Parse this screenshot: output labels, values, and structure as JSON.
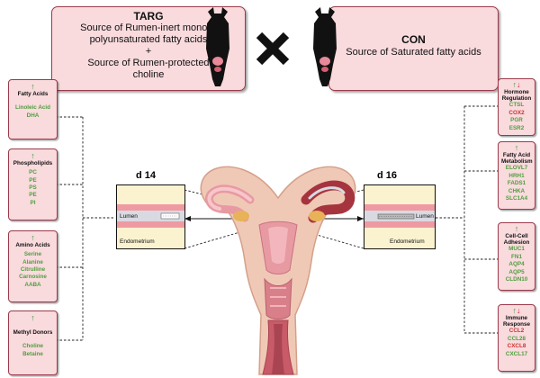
{
  "targ": {
    "title": "TARG",
    "lines": [
      "Source of Rumen-inert mono &",
      "polyunsaturated fatty acids",
      "+",
      "Source of Rumen-protected",
      "choline"
    ]
  },
  "con": {
    "title": "CON",
    "lines": [
      "Source of Saturated fatty acids"
    ]
  },
  "left_boxes": [
    {
      "title": "Fatty Acids",
      "arrows": [
        "up"
      ],
      "items": [
        "Linoleic Acid",
        "DHA"
      ]
    },
    {
      "title": "Phospholipids",
      "arrows": [
        "up"
      ],
      "items": [
        "PC",
        "PE",
        "PS",
        "PE",
        "PI"
      ]
    },
    {
      "title": "Amino Acids",
      "arrows": [
        "up"
      ],
      "items": [
        "Serine",
        "Alanine",
        "Citrulline",
        "Carnosine",
        "AABA"
      ]
    },
    {
      "title": "Methyl Donors",
      "arrows": [
        "up"
      ],
      "items": [
        "Choline",
        "Betaine"
      ]
    }
  ],
  "right_boxes": [
    {
      "title": "Hormone Regulation",
      "arrows": [
        "up",
        "down"
      ],
      "items": [
        {
          "t": "CTSL",
          "c": "green"
        },
        {
          "t": "COX2",
          "c": "red"
        },
        {
          "t": "PGR",
          "c": "green"
        },
        {
          "t": "ESR2",
          "c": "green"
        }
      ]
    },
    {
      "title": "Fatty Acid Metabolism",
      "arrows": [
        "up"
      ],
      "items": [
        {
          "t": "ELOVL7",
          "c": "green"
        },
        {
          "t": "HRH1",
          "c": "green"
        },
        {
          "t": "FADS1",
          "c": "green"
        },
        {
          "t": "CHKA",
          "c": "green"
        },
        {
          "t": "SLC1A4",
          "c": "green"
        }
      ]
    },
    {
      "title": "Cell-Cell Adhesion",
      "arrows": [
        "up"
      ],
      "items": [
        {
          "t": "MUC1",
          "c": "green"
        },
        {
          "t": "FN1",
          "c": "green"
        },
        {
          "t": "AQP4",
          "c": "green"
        },
        {
          "t": "AQP5",
          "c": "green"
        },
        {
          "t": "CLDN10",
          "c": "green"
        }
      ]
    },
    {
      "title": "Immune Response",
      "arrows": [
        "up",
        "down"
      ],
      "items": [
        {
          "t": "CCL2",
          "c": "red"
        },
        {
          "t": "CCL28",
          "c": "green"
        },
        {
          "t": "CXCL8",
          "c": "red"
        },
        {
          "t": "CXCL17",
          "c": "green"
        }
      ]
    }
  ],
  "d14": {
    "day": "d 14",
    "lumen": "Lumen",
    "endometrium": "Endometrium"
  },
  "d16": {
    "day": "d 16",
    "lumen": "Lumen",
    "endometrium": "Endometrium"
  },
  "colors": {
    "box_fill": "#f9dadd",
    "box_border": "#9a3a4a",
    "up_arrow": "#3e9a3e",
    "down_arrow": "#c92e2e"
  }
}
